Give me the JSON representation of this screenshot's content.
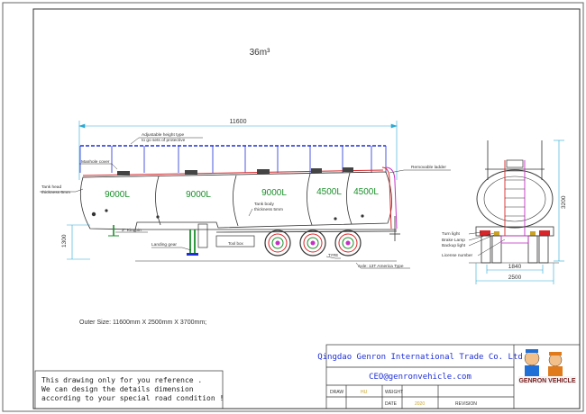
{
  "drawing": {
    "volume_title": "36m³",
    "overall_length": "11600",
    "compartments": [
      "9000L",
      "9000L",
      "9000L",
      "4500L",
      "4500L"
    ],
    "callouts": {
      "guardrail_line1": "Adjustable height type",
      "guardrail_line2": "to go sets of protective",
      "manhole": "Manhole cover",
      "tank_head_line1": "Tank head",
      "tank_head_line2": "thickness 6mm",
      "removable_ladder": "Removable ladder",
      "tank_body_line1": "Tank body",
      "tank_body_line2": "thickness 5mm",
      "kingpin": "2\" Kingpin",
      "landing_gear": "Landing gear",
      "tool_box": "Tool box",
      "tyre": "TYRE",
      "axle": "Axle: 13T   America Type",
      "turn_light": "Turn light",
      "brake_lamp": "Brake Lamp",
      "backup_light": "Backup light",
      "license_number": "License number"
    },
    "dims": {
      "side_height": "1300",
      "rear_height": "3200",
      "inner_width": "1840",
      "outer_width": "2500"
    },
    "outer_size": "Outer Size: 11600mm X 2500mm X 3700mm;"
  },
  "note": {
    "line1": "This drawing only for you reference .",
    "line2": "We can design the details dimension",
    "line3": "according to your special road condition !"
  },
  "title_block": {
    "company": "Qingdao Genron International Trade Co. Ltd",
    "email": "CEO@genronvehicle.com",
    "draw_label": "DRAW",
    "draw_value": "HU",
    "weight_label": "WEIGHT",
    "date_label": "DATE",
    "date_value": "2020",
    "revision_label": "REVISION",
    "logo_text": "GENRON VEHICLE"
  },
  "colors": {
    "frame": "#4a4a4a",
    "blue": "#1f2fd6",
    "green": "#1a8f2a",
    "red": "#d8262a",
    "magenta": "#c432c4",
    "cyan": "#2aa8d4",
    "gold": "#c9a227"
  }
}
